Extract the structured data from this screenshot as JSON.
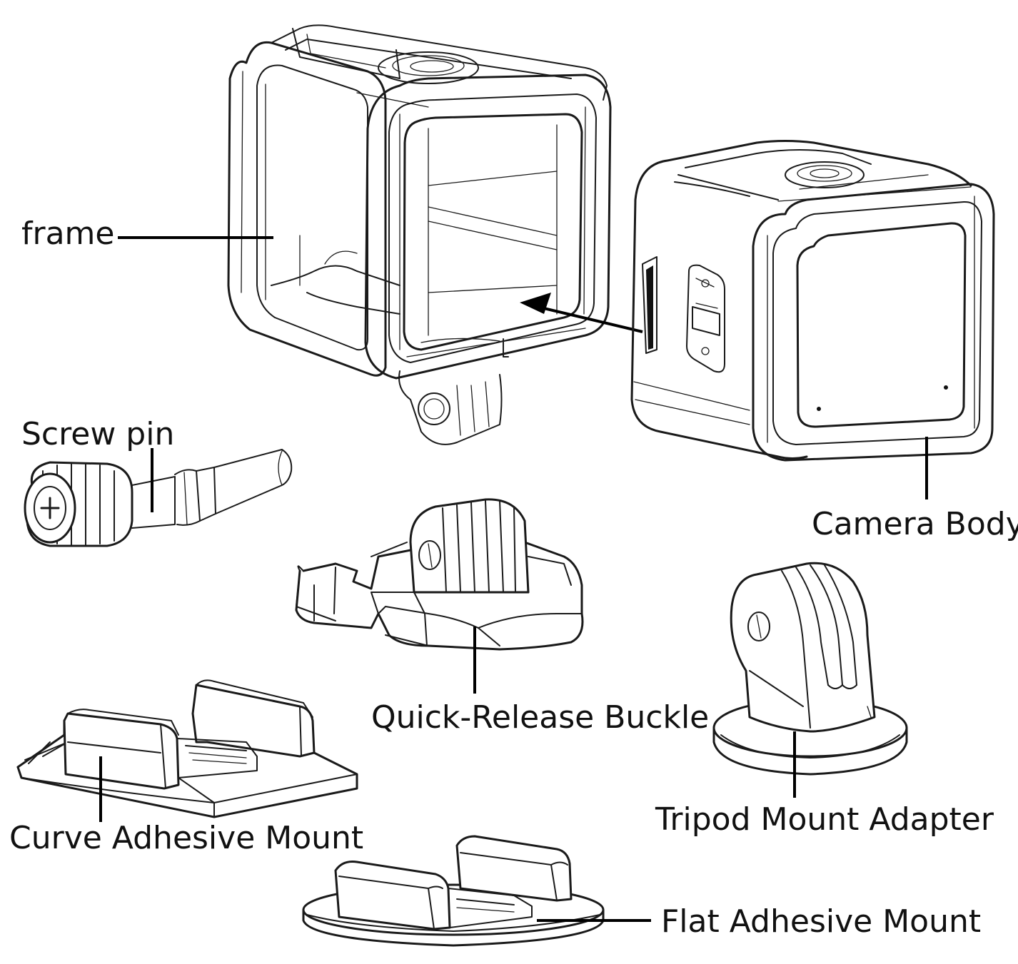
{
  "labels": {
    "frame": "frame",
    "screw_pin": "Screw pin",
    "camera_body": "Camera Body",
    "quick_release": "Quick-Release Buckle",
    "tripod_adapter": "Tripod Mount  Adapter",
    "curve_mount": "Curve Adhesive Mount",
    "flat_mount": "Flat Adhesive Mount"
  }
}
